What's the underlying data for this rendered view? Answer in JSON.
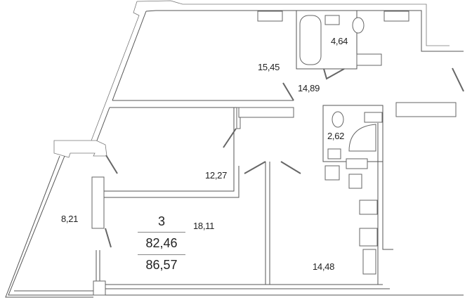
{
  "plan": {
    "summary": {
      "rooms_count": "3",
      "living_area": "82,46",
      "total_area": "86,57"
    },
    "rooms": [
      {
        "id": "bedroom-top",
        "area": "15,45"
      },
      {
        "id": "bathroom",
        "area": "4,64"
      },
      {
        "id": "hallway",
        "area": "14,89"
      },
      {
        "id": "toilet",
        "area": "2,62"
      },
      {
        "id": "bedroom-middle",
        "area": "12,27"
      },
      {
        "id": "balcony",
        "area": "8,21"
      },
      {
        "id": "living-room",
        "area": "18,11"
      },
      {
        "id": "kitchen",
        "area": "14,48"
      }
    ],
    "colors": {
      "wall": "#555555",
      "text": "#222222",
      "background": "#ffffff"
    }
  }
}
